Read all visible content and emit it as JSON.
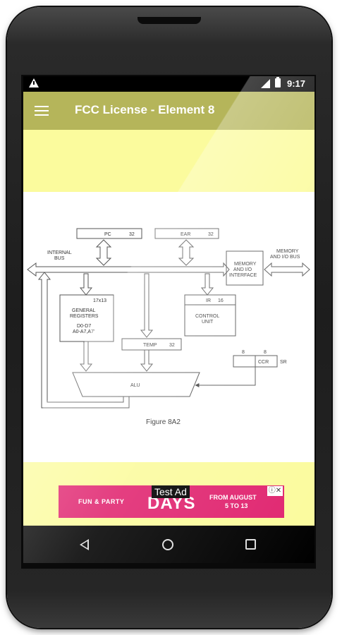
{
  "status_bar": {
    "time": "9:17",
    "warning_icon": "warning-triangle-icon",
    "signal_icon": "cell-signal-icon",
    "battery_icon": "battery-icon"
  },
  "app_bar": {
    "title": "FCC License - Element 8",
    "menu_icon": "hamburger-menu-icon",
    "color": "#b5b55a"
  },
  "colors": {
    "panel_yellow": "#fbfb9d",
    "ad_pink": "#e0246f"
  },
  "figure": {
    "caption": "Figure 8A2",
    "labels": {
      "pc": "PC",
      "pc_bits": "32",
      "ear": "EAR",
      "ear_bits": "32",
      "internal_bus_1": "INTERNAL",
      "internal_bus_2": "BUS",
      "memory_io_1": "MEMORY",
      "memory_io_2": "AND I/O",
      "memory_io_3": "INTERFACE",
      "memory_io_bus_1": "MEMORY",
      "memory_io_bus_2": "AND I/O BUS",
      "gen_reg_size": "17x13",
      "gen_reg_1": "GENERAL",
      "gen_reg_2": "REGISTERS",
      "gen_reg_3": "D0-D7",
      "gen_reg_4": "A0-A7,A7'",
      "ir": "IR",
      "ir_bits": "16",
      "control_1": "CONTROL",
      "control_2": "UNIT",
      "temp": "TEMP",
      "temp_bits": "32",
      "sr_hi_bits": "8",
      "sr_lo_bits": "8",
      "ccr": "CCR",
      "sr": "SR",
      "alu": "ALU"
    }
  },
  "ad": {
    "test_label": "Test Ad",
    "left_text": "FUN & PARTY",
    "big_text": "DAYS",
    "right_line_1": "FROM AUGUST",
    "right_line_2": "5 TO 13",
    "close_icon": "ad-close-icon"
  },
  "nav_bar": {
    "back_icon": "back-triangle-icon",
    "home_icon": "home-circle-icon",
    "recents_icon": "recents-square-icon"
  }
}
